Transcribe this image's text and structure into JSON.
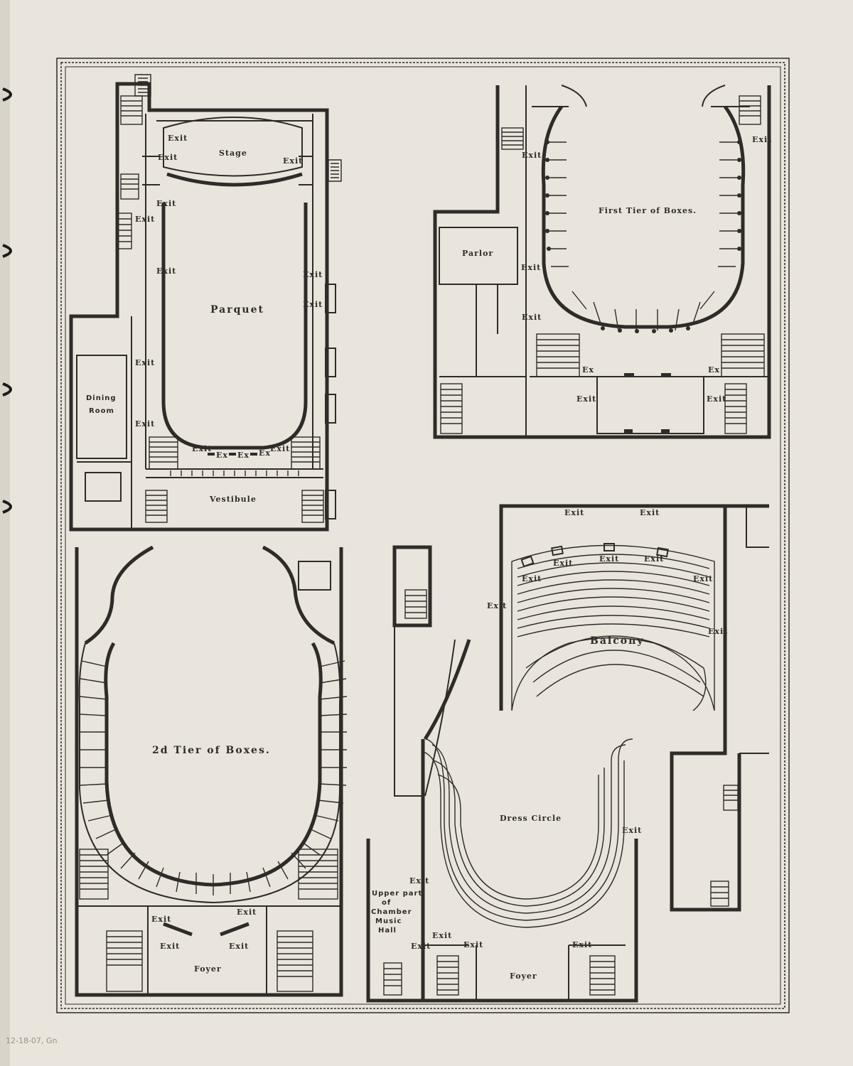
{
  "colors": {
    "paper": "#e9e5dc",
    "ink": "#2e2b28",
    "binding": "#1a1a1a",
    "pencil": "#9a8f86"
  },
  "pencil_note": "12-18-07, Gn",
  "plans": {
    "parquet": {
      "title": "Parquet",
      "stage": "Stage",
      "vestibule": "Vestibule",
      "dining_room": "Dining Room",
      "exit": "Exit",
      "ex": "Ex"
    },
    "first_tier": {
      "title": "First Tier of Boxes.",
      "parlor": "Parlor",
      "exit": "Exit",
      "ex": "Ex"
    },
    "second_tier": {
      "title": "2d Tier of Boxes.",
      "foyer": "Foyer",
      "exit": "Exit"
    },
    "balcony": {
      "title": "Balcony",
      "dress_circle": "Dress Circle",
      "foyer": "Foyer",
      "chamber_note": "Upper part of Chamber Music Hall",
      "exit": "Exit"
    }
  }
}
